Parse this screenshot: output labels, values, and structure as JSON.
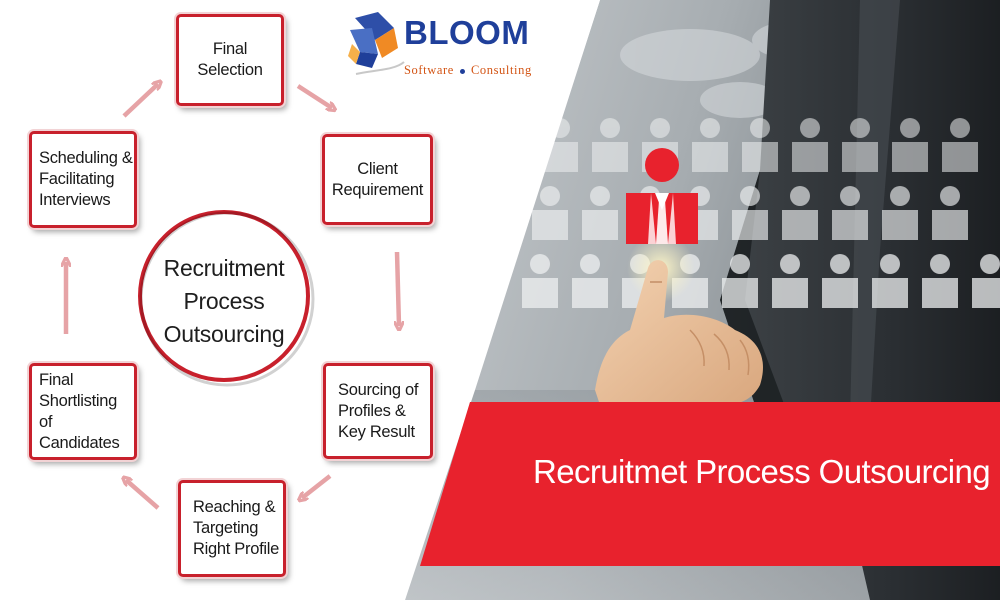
{
  "logo": {
    "name": "BLOOM",
    "tagline_part1": "Software",
    "tagline_part2": "Consulting"
  },
  "diagram": {
    "center": "Recruitment\nProcess\nOutsourcing",
    "steps": [
      "Final\nSelection",
      "Client\nRequirement",
      "Sourcing of\nProfiles &\nKey Result",
      "Reaching &\nTargeting\nRight Profile",
      "Final\nShortlisting of\nCandidates",
      "Scheduling &\nFacilitating\nInterviews"
    ]
  },
  "banner": {
    "text": "Recruitmet Process Outsourcing"
  },
  "colors": {
    "accent_red": "#e8222d",
    "box_border": "#c8202c",
    "arrow": "#e6a3a6",
    "logo_blue": "#1f3f9a",
    "logo_orange": "#d35414"
  }
}
